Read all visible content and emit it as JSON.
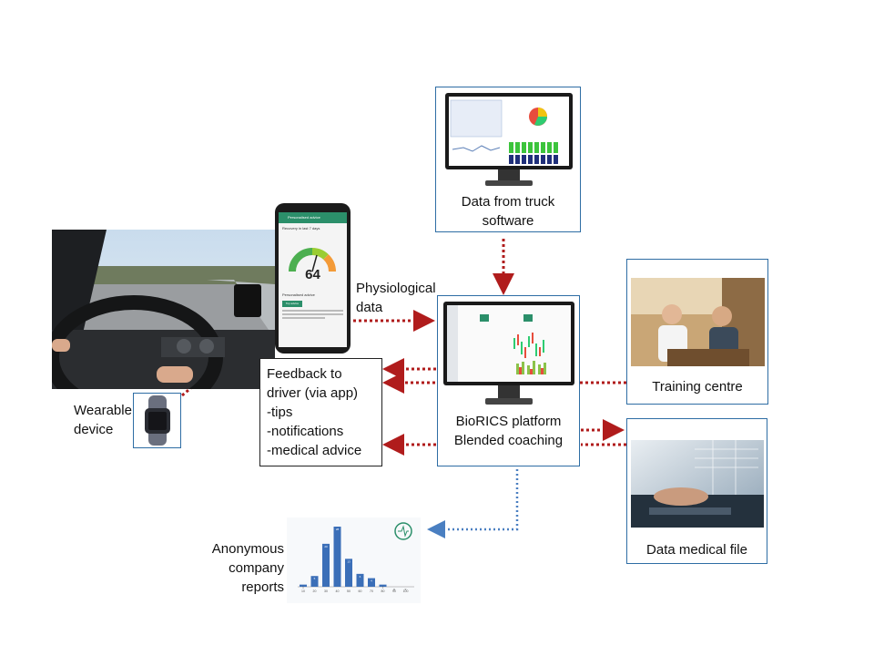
{
  "nodes": {
    "truck_software": {
      "lines": [
        "Data from truck",
        "software"
      ]
    },
    "platform": {
      "lines": [
        "BioRICS platform",
        "Blended coaching"
      ]
    },
    "training": {
      "label": "Training centre"
    },
    "medical": {
      "label": "Data medical file"
    },
    "feedback": {
      "lines": [
        "Feedback to",
        "driver (via app)",
        "-tips",
        "-notifications",
        "-medical advice"
      ]
    },
    "wearable": {
      "lines": [
        "Wearable",
        "device"
      ]
    },
    "physio": {
      "lines": [
        "Physiological",
        "data"
      ]
    },
    "reports": {
      "lines": [
        "Anonymous",
        "company",
        "reports"
      ]
    }
  },
  "phone": {
    "header": "Personalised advice",
    "card_title": "Recovery in last 7 days",
    "score": "64",
    "advice_title": "Personalised advice",
    "button": "Top advice"
  },
  "report_chart": {
    "values": [
      1,
      5,
      20,
      28,
      13,
      6,
      4,
      1,
      0,
      0
    ],
    "categories": [
      "10",
      "20",
      "30",
      "40",
      "50",
      "60",
      "70",
      "80",
      "90",
      "100"
    ],
    "value_labels": [
      "1",
      "5",
      "20",
      "28",
      "13",
      "6",
      "4",
      "1",
      "0",
      "0"
    ]
  },
  "colors": {
    "arrow_red": "#b01c1c",
    "arrow_blue": "#4a7fc1",
    "box_border": "#2e6da4",
    "bar": "#3b6fb8"
  }
}
